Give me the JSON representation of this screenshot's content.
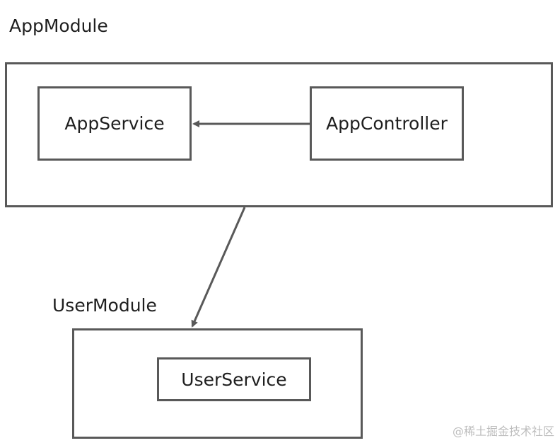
{
  "modules": {
    "app": {
      "label": "AppModule",
      "providers": [
        "AppService"
      ],
      "controllers": [
        "AppController"
      ]
    },
    "user": {
      "label": "UserModule",
      "providers": [
        "UserService"
      ]
    }
  },
  "nodes": {
    "app_service": "AppService",
    "app_controller": "AppController",
    "user_service": "UserService"
  },
  "edges": [
    {
      "from": "AppController",
      "to": "AppService"
    },
    {
      "from": "AppModule",
      "to": "UserModule"
    }
  ],
  "colors": {
    "border": "#595959",
    "text": "#1f1f1f",
    "watermark": "#bdbdbd"
  },
  "watermark": "@稀土掘金技术社区"
}
